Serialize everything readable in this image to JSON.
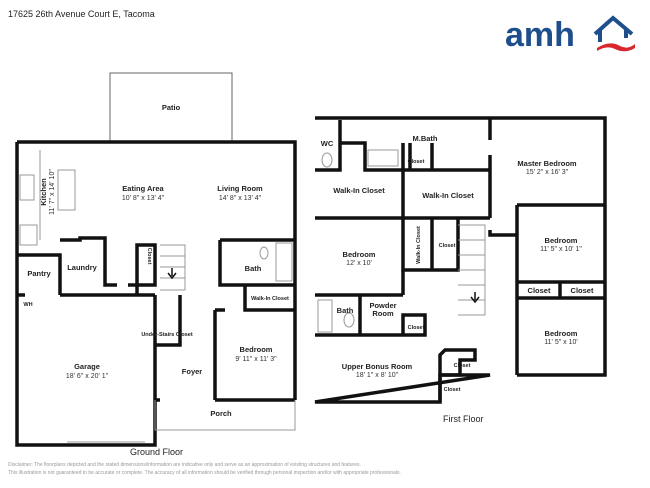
{
  "header": {
    "address": "17625 26th Avenue Court E, Tacoma",
    "logo_text": "amh",
    "brand_color": "#1f4e8c",
    "accent_color": "#d8262c"
  },
  "ground_floor": {
    "label": "Ground Floor",
    "rooms": {
      "patio": {
        "name": "Patio"
      },
      "kitchen": {
        "name": "Kitchen",
        "dims": "11' 7\" x 14' 10\""
      },
      "eating": {
        "name": "Eating Area",
        "dims": "10' 8\" x 13' 4\""
      },
      "living": {
        "name": "Living Room",
        "dims": "14' 8\" x 13' 4\""
      },
      "pantry": {
        "name": "Pantry"
      },
      "laundry": {
        "name": "Laundry"
      },
      "closet": {
        "name": "Closet"
      },
      "bath": {
        "name": "Bath"
      },
      "walkin": {
        "name": "Walk-In Closet"
      },
      "wh": {
        "name": "WH"
      },
      "understairs": {
        "name": "Under-Stairs Closet"
      },
      "garage": {
        "name": "Garage",
        "dims": "18' 6\" x 20' 1\""
      },
      "foyer": {
        "name": "Foyer"
      },
      "bedroom": {
        "name": "Bedroom",
        "dims": "9' 11\" x 11' 3\""
      },
      "porch": {
        "name": "Porch"
      }
    }
  },
  "first_floor": {
    "label": "First Floor",
    "rooms": {
      "wc": {
        "name": "WC"
      },
      "mbath": {
        "name": "M.Bath"
      },
      "mbath_closet": {
        "name": "Closet"
      },
      "master": {
        "name": "Master Bedroom",
        "dims": "15' 2\" x 16' 3\""
      },
      "walkin1": {
        "name": "Walk-In Closet"
      },
      "walkin2": {
        "name": "Walk-In Closet"
      },
      "bedroom1": {
        "name": "Bedroom",
        "dims": "12' x 10'"
      },
      "walkin3": {
        "name": "Walk-In Closet"
      },
      "closet_mid": {
        "name": "Closet"
      },
      "bedroom2": {
        "name": "Bedroom",
        "dims": "11' 5\" x 10' 1\""
      },
      "closet_a": {
        "name": "Closet"
      },
      "closet_b": {
        "name": "Closet"
      },
      "bath": {
        "name": "Bath"
      },
      "powder": {
        "name": "Powder",
        "name2": "Room"
      },
      "powder_closet": {
        "name": "Closet"
      },
      "bonus": {
        "name": "Upper Bonus Room",
        "dims": "18' 1\" x 8' 10\""
      },
      "closet_c": {
        "name": "Closet"
      },
      "closet_d": {
        "name": "Closet"
      },
      "bedroom3": {
        "name": "Bedroom",
        "dims": "11' 5\" x 10'"
      }
    }
  },
  "disclaimer": {
    "line1": "Disclaimer: The floorplans depicted and the stated dimensions/information are indicative only and serve as an approximation of existing structures and features.",
    "line2": "This illustration is not guaranteed to be accurate or complete. The accuracy of all information should be verified through personal inspection and/or with appropriate professionals."
  }
}
